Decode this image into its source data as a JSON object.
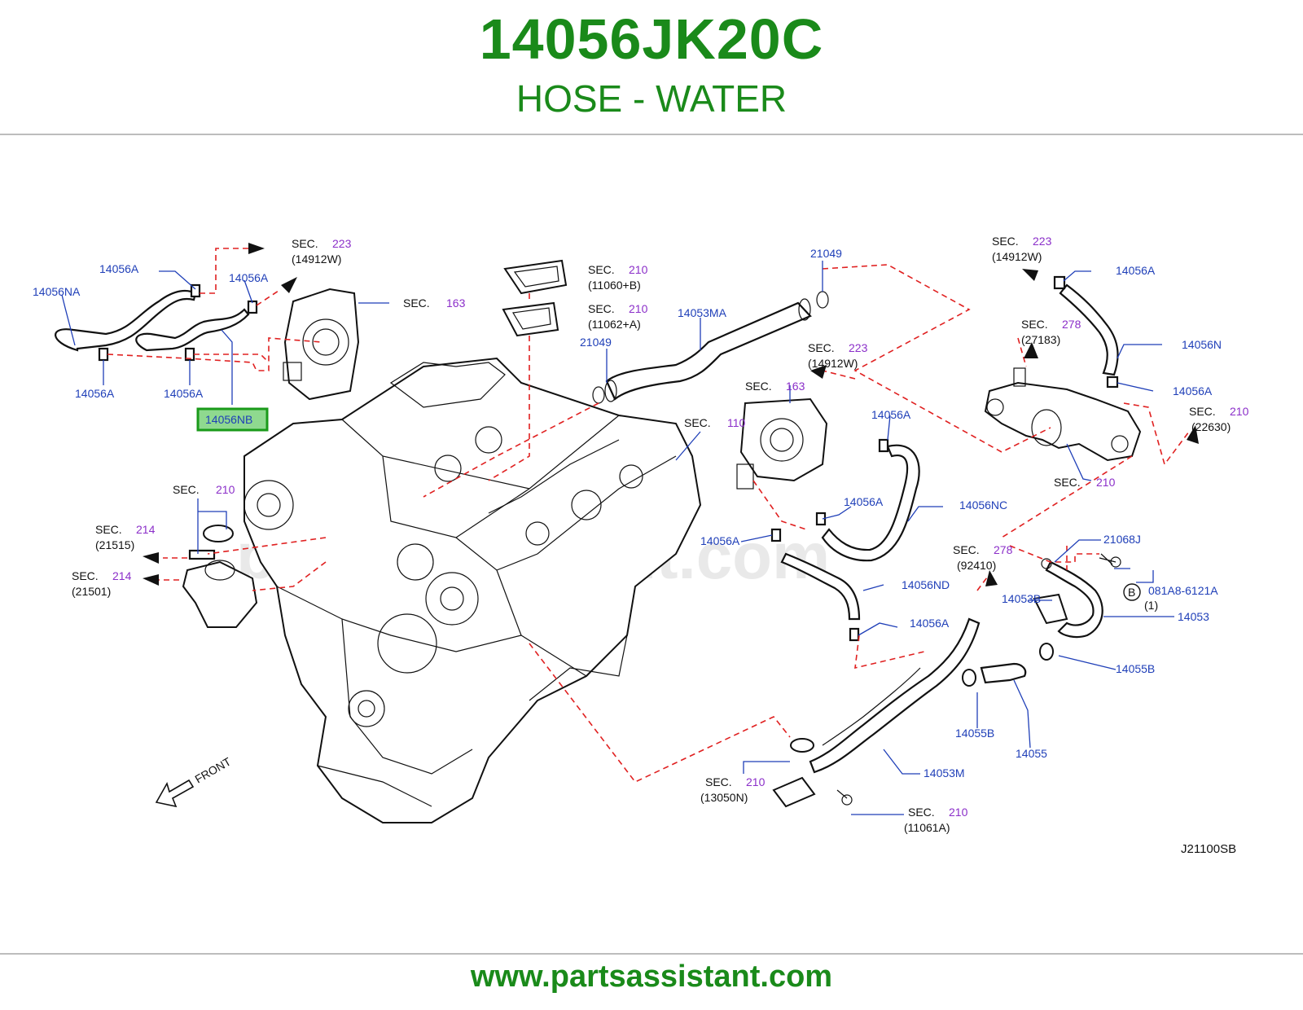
{
  "header": {
    "part_number": "14056JK20C",
    "part_name": "HOSE - WATER"
  },
  "footer": {
    "url": "www.partsassistant.com"
  },
  "diagram": {
    "watermark": "partsassistant.com",
    "drawing_code": "J21100SB",
    "front_label": "FRONT",
    "highlighted_part": "14056NB",
    "part_labels": {
      "p14056NA": "14056NA",
      "p14056A_1": "14056A",
      "p14056A_2": "14056A",
      "p14056A_3": "14056A",
      "p14056A_4": "14056A",
      "p14056A_5": "14056A",
      "p14056A_6": "14056A",
      "p14056A_7": "14056A",
      "p14056A_8": "14056A",
      "p14056A_9": "14056A",
      "p14056A_10": "14056A",
      "p14053MA": "14053MA",
      "p21049_1": "21049",
      "p21049_2": "21049",
      "p14056NC": "14056NC",
      "p14056ND": "14056ND",
      "p14056N": "14056N",
      "p21068J": "21068J",
      "p14053B": "14053B",
      "p14053": "14053",
      "p081A8": "081A8-6121A",
      "p14055B_1": "14055B",
      "p14055B_2": "14055B",
      "p14055": "14055",
      "p14053M": "14053M"
    },
    "sections": [
      {
        "id": "s223a",
        "sec": "SEC.",
        "num": "223",
        "ref": "(14912W)"
      },
      {
        "id": "s163a",
        "sec": "SEC.",
        "num": "163",
        "ref": ""
      },
      {
        "id": "s210a",
        "sec": "SEC.",
        "num": "210",
        "ref": "(11060+B)"
      },
      {
        "id": "s210b",
        "sec": "SEC.",
        "num": "210",
        "ref": "(11062+A)"
      },
      {
        "id": "s210c",
        "sec": "SEC.",
        "num": "210",
        "ref": ""
      },
      {
        "id": "s214a",
        "sec": "SEC.",
        "num": "214",
        "ref": "(21515)"
      },
      {
        "id": "s214b",
        "sec": "SEC.",
        "num": "214",
        "ref": "(21501)"
      },
      {
        "id": "s223b",
        "sec": "SEC.",
        "num": "223",
        "ref": "(14912W)"
      },
      {
        "id": "s163b",
        "sec": "SEC.",
        "num": "163",
        "ref": ""
      },
      {
        "id": "s110",
        "sec": "SEC.",
        "num": "110",
        "ref": ""
      },
      {
        "id": "s223c",
        "sec": "SEC.",
        "num": "223",
        "ref": "(14912W)"
      },
      {
        "id": "s278a",
        "sec": "SEC.",
        "num": "278",
        "ref": "(27183)"
      },
      {
        "id": "s210d",
        "sec": "SEC.",
        "num": "210",
        "ref": "(22630)"
      },
      {
        "id": "s210e",
        "sec": "SEC.",
        "num": "210",
        "ref": ""
      },
      {
        "id": "s278b",
        "sec": "SEC.",
        "num": "278",
        "ref": "(92410)"
      },
      {
        "id": "s210f",
        "sec": "SEC.",
        "num": "210",
        "ref": "(13050N)"
      },
      {
        "id": "s210g",
        "sec": "SEC.",
        "num": "210",
        "ref": "(11061A)"
      }
    ],
    "bolt_marker": "B",
    "bolt_qty": "(1)"
  }
}
